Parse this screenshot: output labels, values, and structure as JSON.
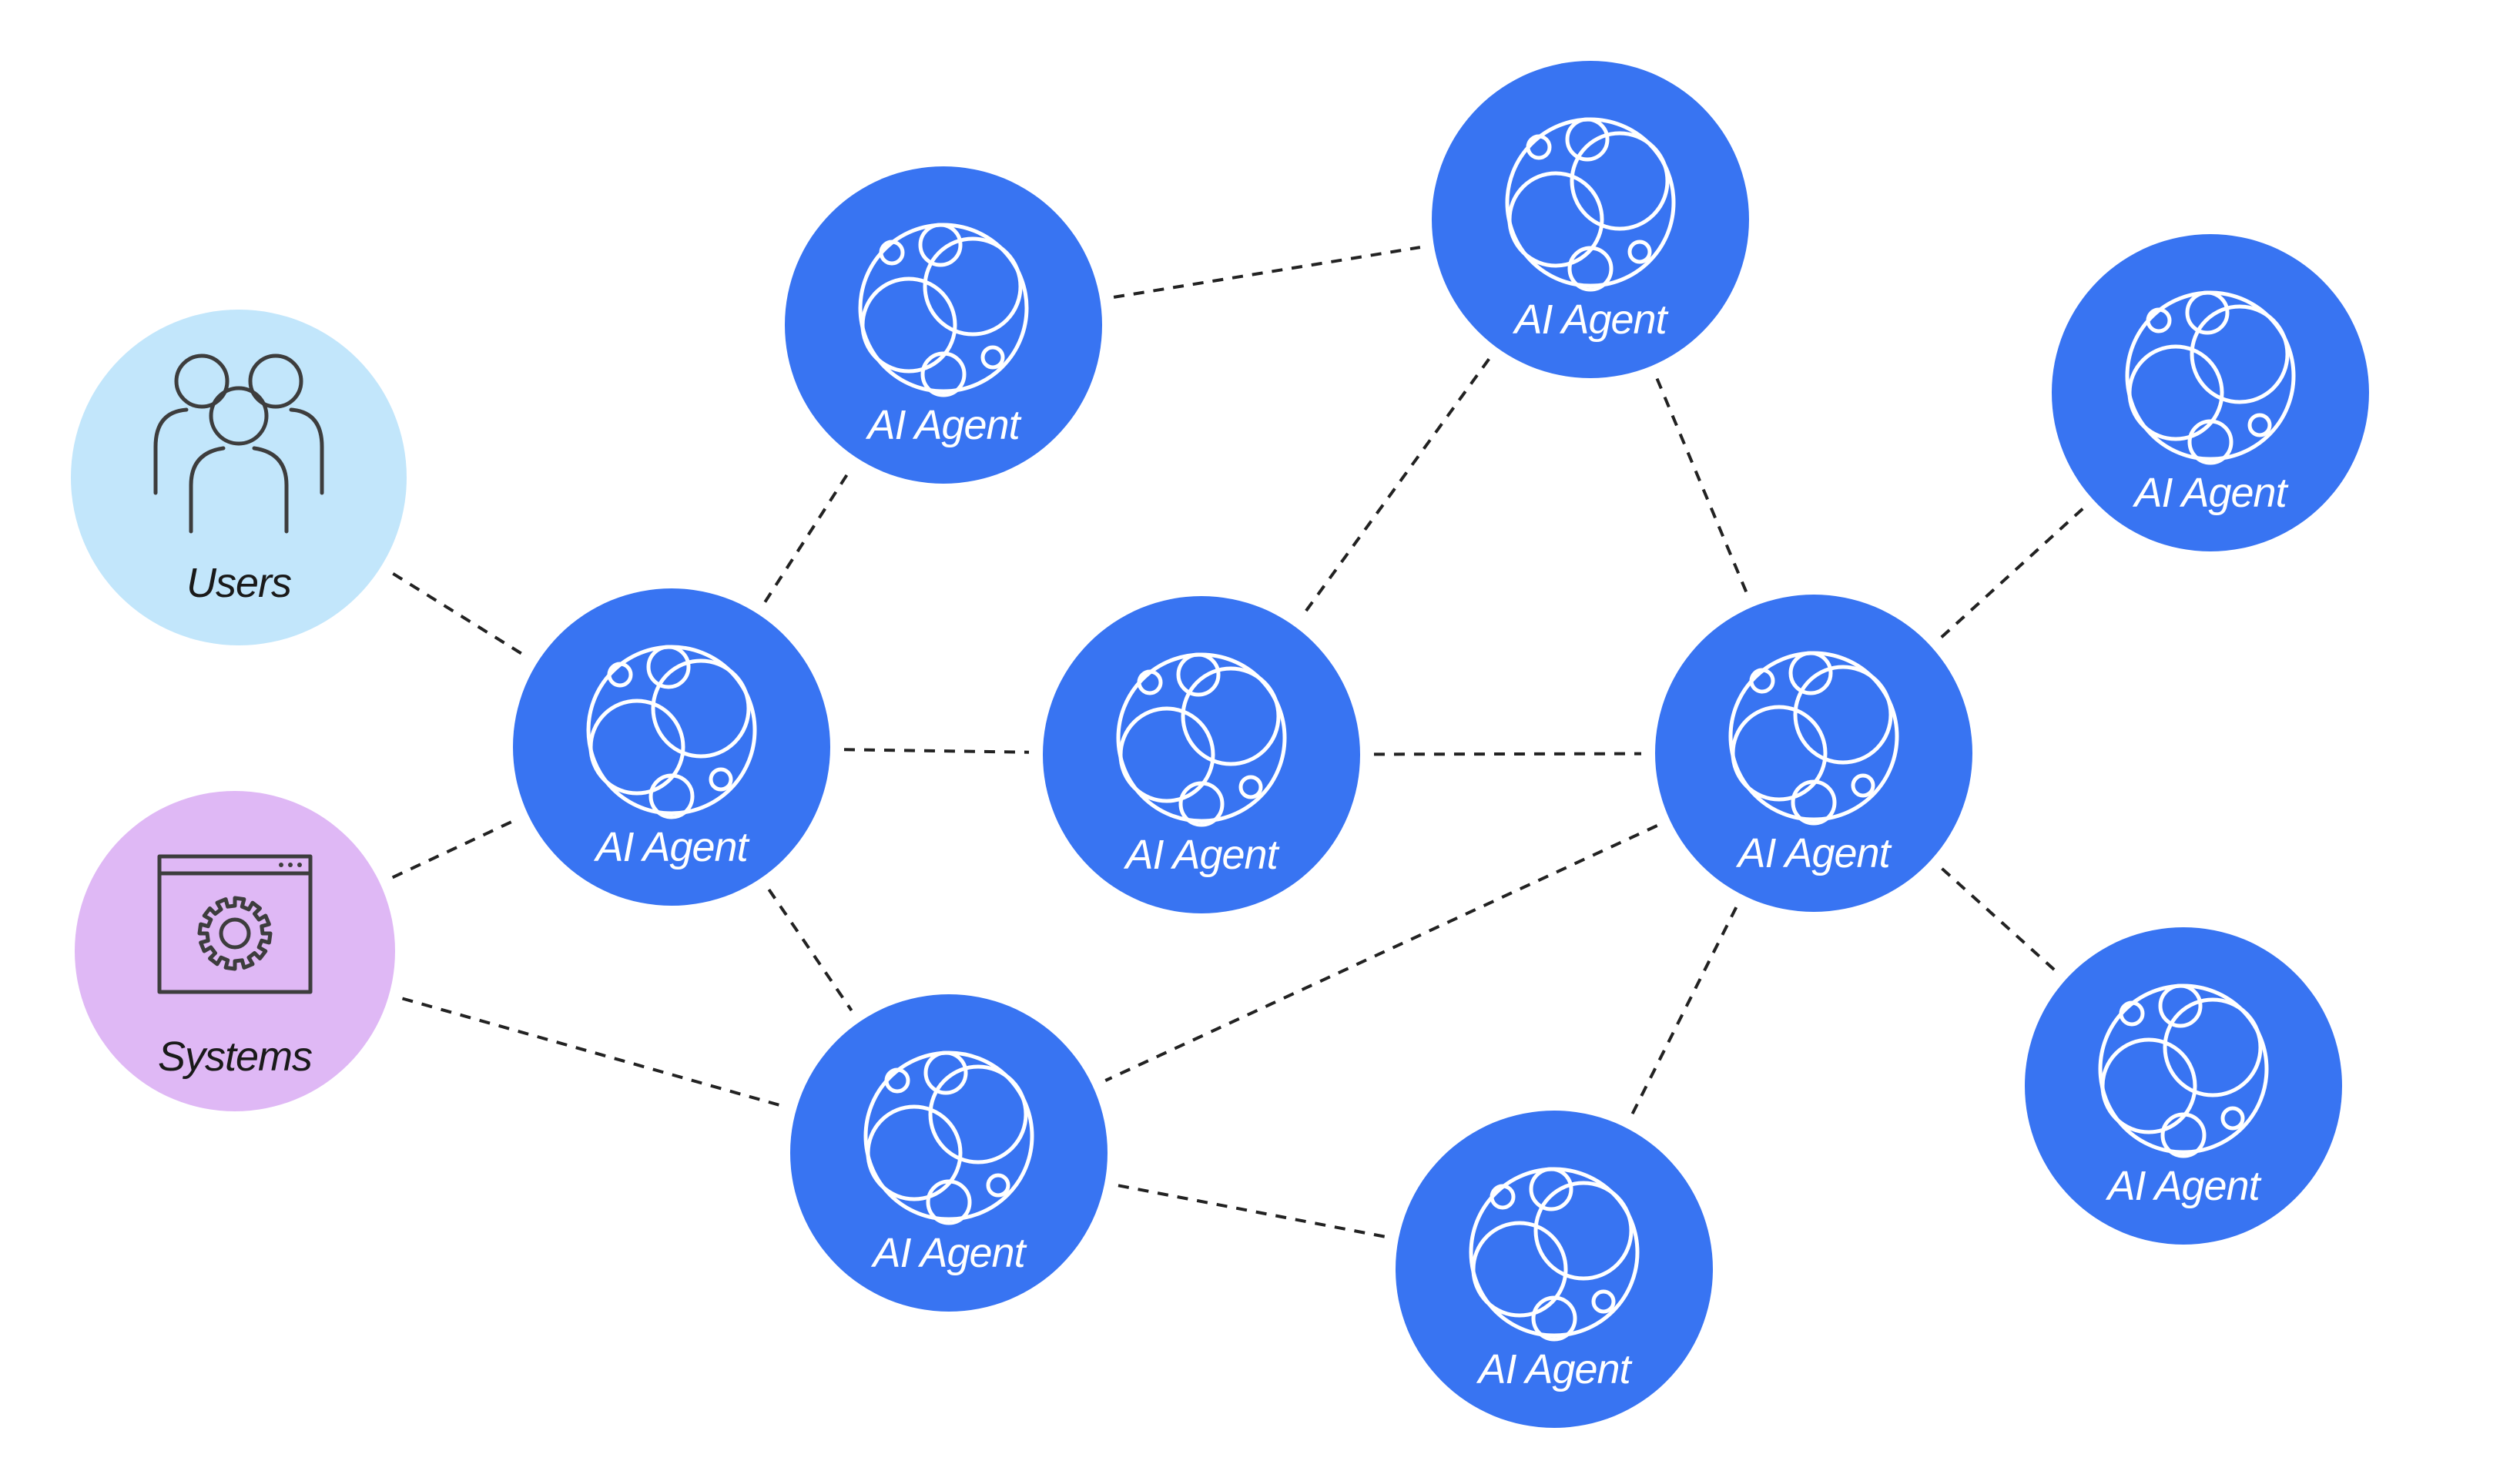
{
  "colors": {
    "background": "#ffffff",
    "agent_fill": "#3874f2",
    "agent_stroke": "#ffffff",
    "users_fill": "#c2e6fb",
    "systems_fill": "#dfb8f5",
    "icon_stroke": "#3d3d3d",
    "connector": "#222222"
  },
  "nodes": [
    {
      "id": "users",
      "kind": "users",
      "icon": "group-of-people-icon",
      "label": "Users"
    },
    {
      "id": "systems",
      "kind": "systems",
      "icon": "gear-window-icon",
      "label": "Systems"
    },
    {
      "id": "agent-hub",
      "kind": "agent",
      "icon": "agent-circles-icon",
      "label": "AI Agent"
    },
    {
      "id": "agent-top-left",
      "kind": "agent",
      "icon": "agent-circles-icon",
      "label": "AI Agent"
    },
    {
      "id": "agent-top-center",
      "kind": "agent",
      "icon": "agent-circles-icon",
      "label": "AI Agent"
    },
    {
      "id": "agent-center",
      "kind": "agent",
      "icon": "agent-circles-icon",
      "label": "AI Agent"
    },
    {
      "id": "agent-right-hub",
      "kind": "agent",
      "icon": "agent-circles-icon",
      "label": "AI Agent"
    },
    {
      "id": "agent-top-right",
      "kind": "agent",
      "icon": "agent-circles-icon",
      "label": "AI Agent"
    },
    {
      "id": "agent-bottom-right",
      "kind": "agent",
      "icon": "agent-circles-icon",
      "label": "AI Agent"
    },
    {
      "id": "agent-bottom-left",
      "kind": "agent",
      "icon": "agent-circles-icon",
      "label": "AI Agent"
    },
    {
      "id": "agent-bottom-center",
      "kind": "agent",
      "icon": "agent-circles-icon",
      "label": "AI Agent"
    }
  ],
  "edges": [
    {
      "from": "users",
      "to": "agent-hub"
    },
    {
      "from": "systems",
      "to": "agent-hub"
    },
    {
      "from": "systems",
      "to": "agent-bottom-left"
    },
    {
      "from": "agent-hub",
      "to": "agent-top-left"
    },
    {
      "from": "agent-hub",
      "to": "agent-center"
    },
    {
      "from": "agent-hub",
      "to": "agent-bottom-left"
    },
    {
      "from": "agent-top-left",
      "to": "agent-top-center"
    },
    {
      "from": "agent-top-center",
      "to": "agent-center"
    },
    {
      "from": "agent-top-center",
      "to": "agent-right-hub"
    },
    {
      "from": "agent-center",
      "to": "agent-right-hub"
    },
    {
      "from": "agent-right-hub",
      "to": "agent-top-right"
    },
    {
      "from": "agent-right-hub",
      "to": "agent-bottom-right"
    },
    {
      "from": "agent-right-hub",
      "to": "agent-bottom-left"
    },
    {
      "from": "agent-right-hub",
      "to": "agent-bottom-center"
    },
    {
      "from": "agent-bottom-left",
      "to": "agent-bottom-center"
    }
  ]
}
